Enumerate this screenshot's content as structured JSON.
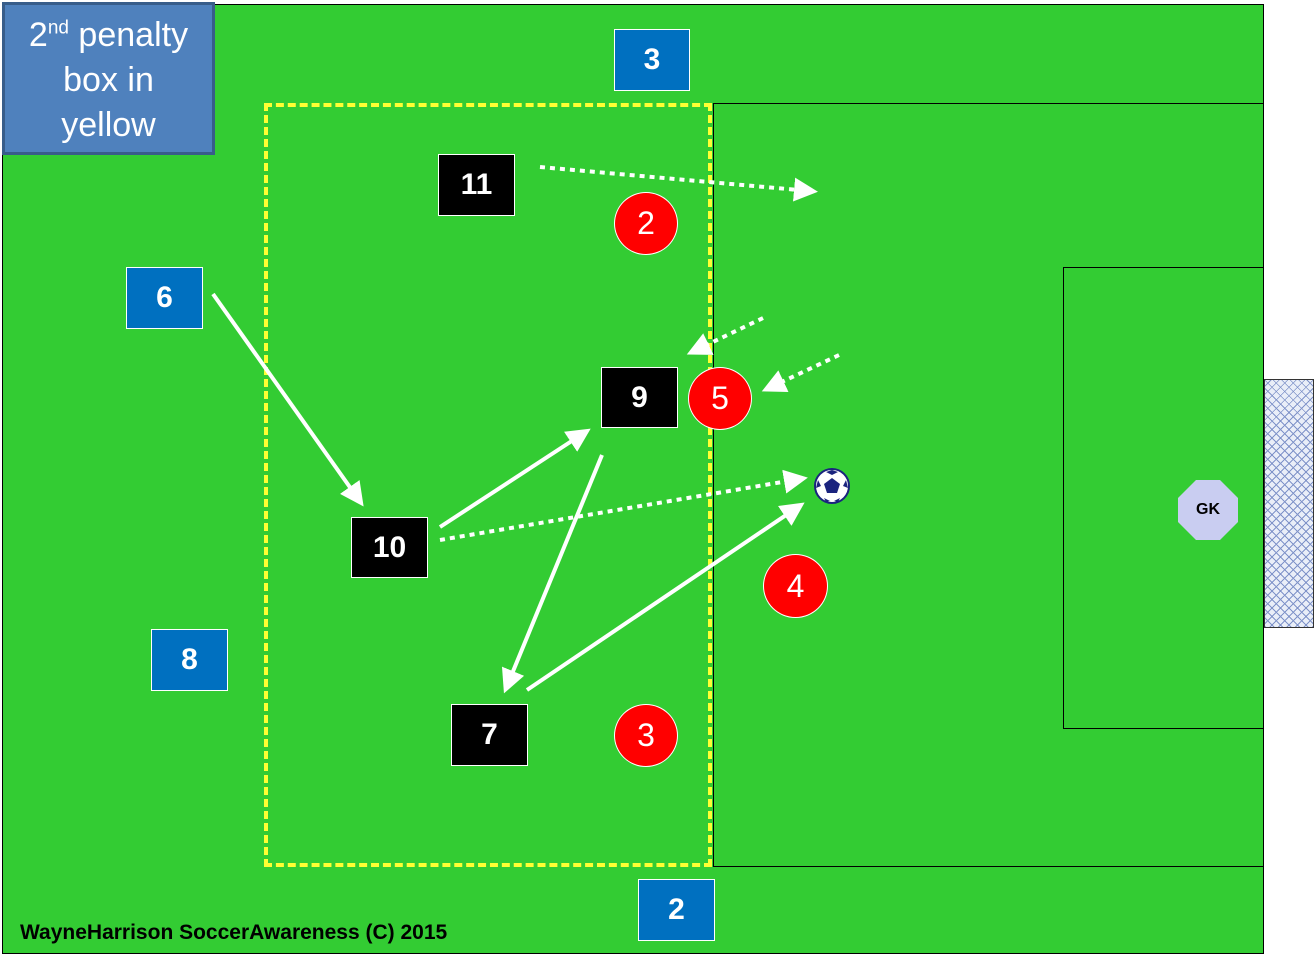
{
  "callout": {
    "line1_main": "2",
    "line1_sup": "nd",
    "line1_rest": " penalty",
    "line2": "box in",
    "line3": "yellow"
  },
  "players": {
    "blue_3": "3",
    "blue_6": "6",
    "blue_8": "8",
    "blue_2": "2",
    "black_11": "11",
    "black_9": "9",
    "black_10": "10",
    "black_7": "7",
    "red_2": "2",
    "red_5": "5",
    "red_4": "4",
    "red_3": "3",
    "goalkeeper": "GK"
  },
  "credit": "WayneHarrison SoccerAwareness (C) 2015",
  "colors": {
    "pitch": "#33cc33",
    "yellow_box": "#ffff33",
    "blue_team": "#0070c0",
    "black_team": "#000000",
    "red_team": "#ff0000",
    "arrows": "#ffffff"
  },
  "icons": {
    "ball": "soccer-ball-icon",
    "net": "goal-net"
  }
}
